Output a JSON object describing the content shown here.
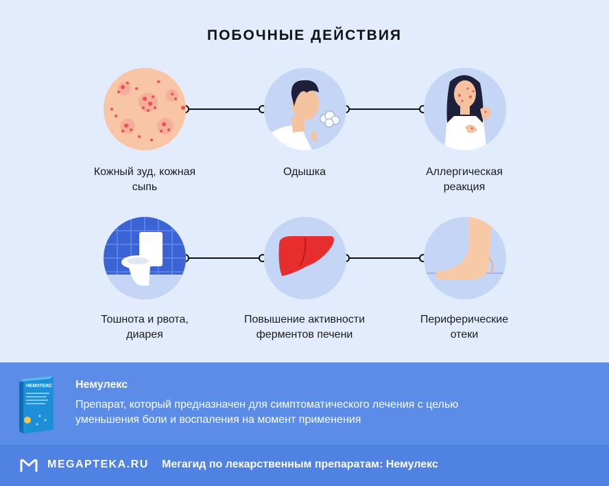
{
  "title": "ПОБОЧНЫЕ ДЕЙСТВИЯ",
  "effects": [
    {
      "label_line1": "Кожный зуд, кожная",
      "label_line2": "сыпь",
      "icon": "skin-rash-icon"
    },
    {
      "label_line1": "Одышка",
      "label_line2": "",
      "icon": "shortness-of-breath-icon"
    },
    {
      "label_line1": "Аллергическая",
      "label_line2": "реакция",
      "icon": "allergic-reaction-icon"
    },
    {
      "label_line1": "Тошнота и рвота,",
      "label_line2": "диарея",
      "icon": "toilet-icon"
    },
    {
      "label_line1": "Повышение активности",
      "label_line2": "ферментов печени",
      "icon": "liver-icon"
    },
    {
      "label_line1": "Периферические",
      "label_line2": "отеки",
      "icon": "swollen-foot-icon"
    }
  ],
  "drug": {
    "name": "Немулекс",
    "description_line1": "Препарат, который предназначен для симптоматического лечения с целью",
    "description_line2": "уменьшения боли и воспаления на момент применения",
    "package_text": "НЕМУЛЕКС"
  },
  "footer": {
    "brand": "MEGAPTEKA.RU",
    "text": "Мегагид по лекарственным препаратам: Немулекс"
  },
  "colors": {
    "background": "#e3ecfc",
    "circle": "#c4d5f6",
    "info_panel": "#5b8de8",
    "footer": "#4f82e2",
    "rash": "#f45a4a",
    "liver": "#e62e2e"
  }
}
